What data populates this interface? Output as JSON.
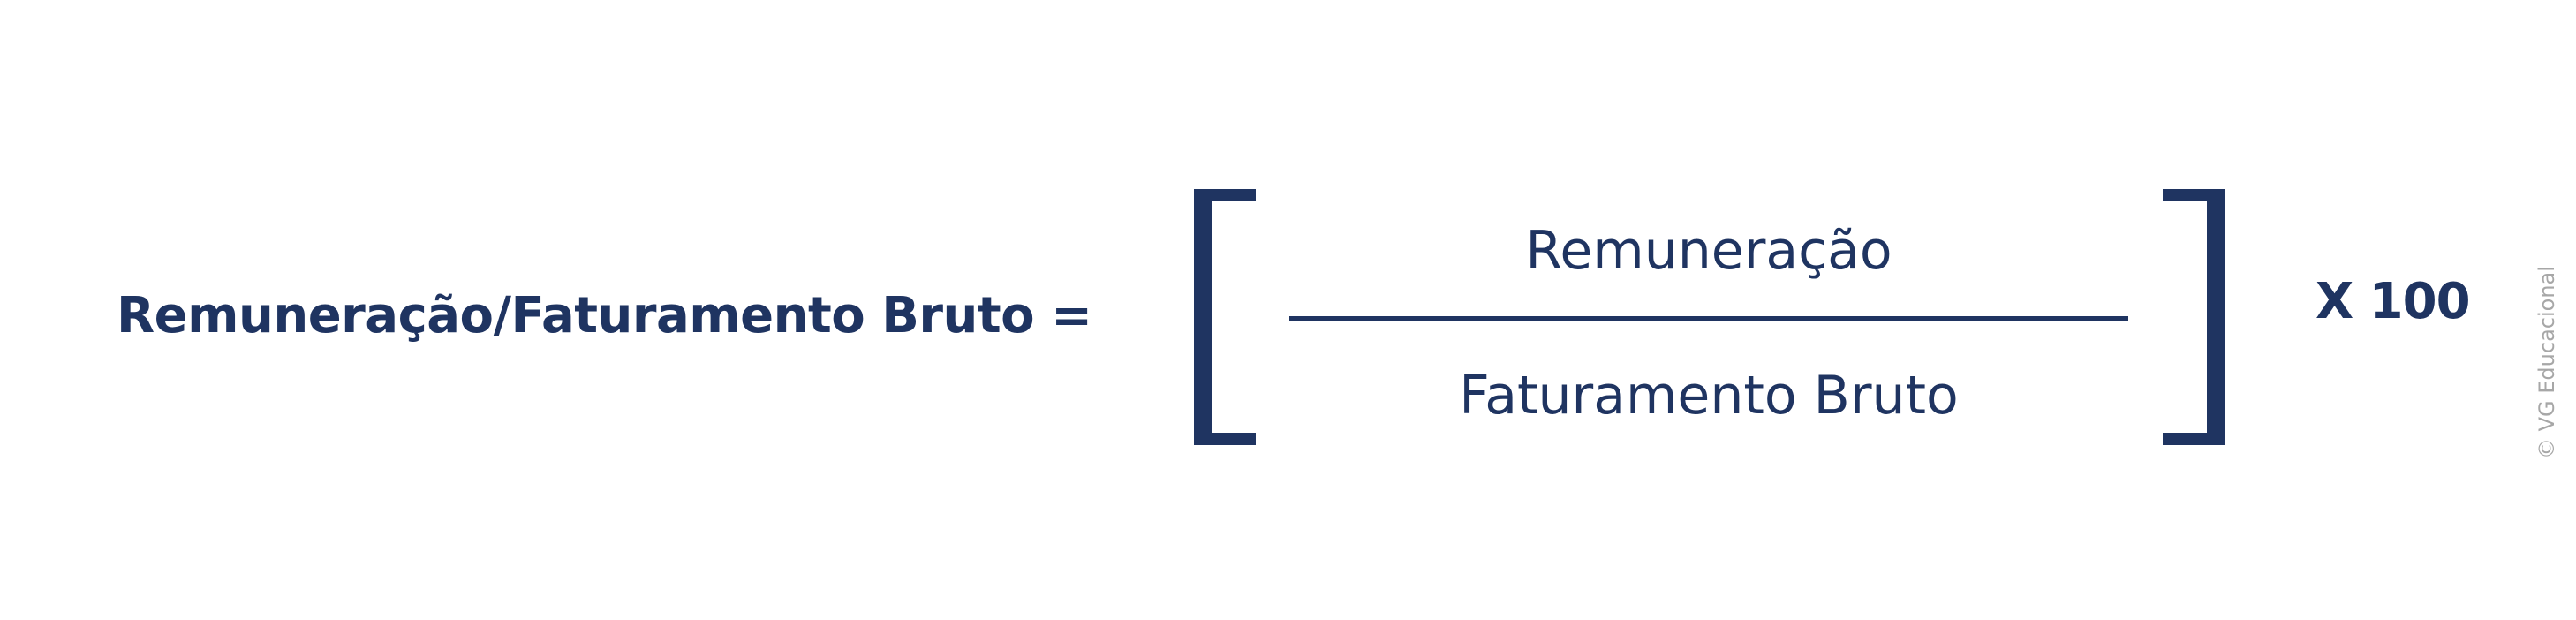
{
  "formula": {
    "lhs": "Remuneração/Faturamento Bruto =",
    "numerator": "Remuneração",
    "denominator": "Faturamento Bruto",
    "multiplier": "X 100"
  },
  "watermark": "© VG Educacional",
  "colors": {
    "primary": "#1f3461",
    "watermark": "#a7a7a7",
    "background": "#ffffff"
  }
}
